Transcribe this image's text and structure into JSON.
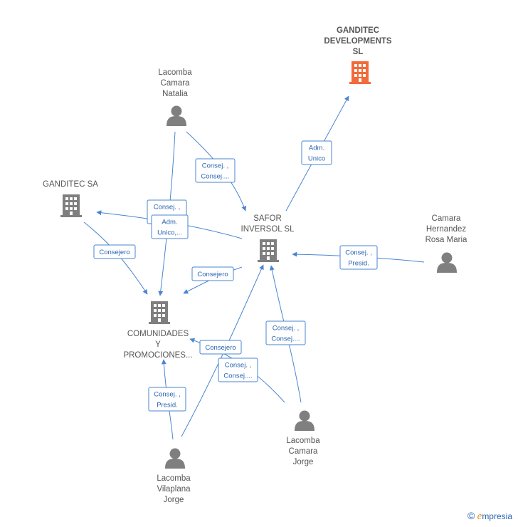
{
  "colors": {
    "edge": "#4a86d0",
    "company": "#7f7f7f",
    "company_main": "#f26b3a",
    "person": "#7f7f7f"
  },
  "nodes": [
    {
      "id": "ganditec-developments",
      "type": "company",
      "main": true,
      "lines": [
        "GANDITEC",
        "DEVELOPMENTS",
        "SL"
      ]
    },
    {
      "id": "lacomba-camara-natalia",
      "type": "person",
      "lines": [
        "Lacomba",
        "Camara",
        "Natalia"
      ]
    },
    {
      "id": "ganditec-sa",
      "type": "company",
      "lines": [
        "GANDITEC SA"
      ]
    },
    {
      "id": "safor-inversol",
      "type": "company",
      "lines": [
        "SAFOR",
        "INVERSOL SL"
      ]
    },
    {
      "id": "camara-hernandez",
      "type": "person",
      "lines": [
        "Camara",
        "Hernandez",
        "Rosa Maria"
      ]
    },
    {
      "id": "comunidades",
      "type": "company",
      "lines": [
        "COMUNIDADES",
        "Y",
        "PROMOCIONES..."
      ]
    },
    {
      "id": "lacomba-camara-jorge",
      "type": "person",
      "lines": [
        "Lacomba",
        "Camara",
        "Jorge"
      ]
    },
    {
      "id": "lacomba-vilaplana-jorge",
      "type": "person",
      "lines": [
        "Lacomba",
        "Vilaplana",
        "Jorge"
      ]
    }
  ],
  "edges": [
    {
      "id": "safor-to-developments",
      "lines": [
        "Adm.",
        "Unico"
      ]
    },
    {
      "id": "natalia-to-safor",
      "lines": [
        "Consej. ,",
        "Consej...."
      ]
    },
    {
      "id": "natalia-to-comunidades",
      "lines": [
        "Consej. ,",
        "Consej...."
      ]
    },
    {
      "id": "safor-to-ganditec-sa",
      "lines": [
        "Adm.",
        "Unico,..."
      ]
    },
    {
      "id": "ganditec-sa-to-comunidades",
      "lines": [
        "Consejero"
      ]
    },
    {
      "id": "safor-to-comunidades",
      "lines": [
        "Consejero"
      ]
    },
    {
      "id": "camara-to-safor",
      "lines": [
        "Consej. ,",
        "Presid."
      ]
    },
    {
      "id": "jorge-c-to-safor",
      "lines": [
        "Consej. ,",
        "Consej...."
      ]
    },
    {
      "id": "jorge-c-to-comunidades",
      "lines": [
        "Consej. ,",
        "Consej...."
      ]
    },
    {
      "id": "jorge-v-to-comunidades-consejero",
      "lines": [
        "Consejero"
      ]
    },
    {
      "id": "jorge-v-to-comunidades",
      "lines": [
        "Consej. ,",
        "Presid."
      ]
    }
  ],
  "watermark": {
    "copyright": "©",
    "brand_initial": "e",
    "brand_rest": "mpresia"
  }
}
